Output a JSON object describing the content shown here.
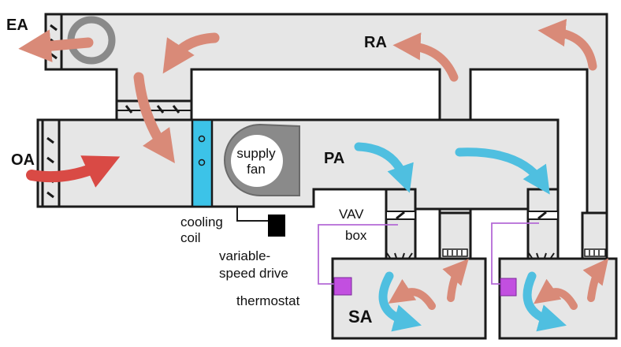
{
  "labels": {
    "ea": "EA",
    "ra": "RA",
    "oa": "OA",
    "pa": "PA",
    "sa": "SA",
    "supply_fan_line1": "supply",
    "supply_fan_line2": "fan",
    "cooling_coil_line1": "cooling",
    "cooling_coil_line2": "coil",
    "vsd_line1": "variable-",
    "vsd_line2": "speed drive",
    "vav_line1": "VAV",
    "vav_line2": "box",
    "thermostat": "thermostat"
  },
  "colors": {
    "duct_fill": "#e6e6e6",
    "duct_stroke": "#1a1a1a",
    "return_air_arrow": "#d98a78",
    "outdoor_air_arrow": "#d94a45",
    "supply_air_arrow": "#4fbfe0",
    "cooling_coil": "#3cc3e8",
    "fan_housing": "#8a8a8a",
    "thermostat": "#c24fe0",
    "control_wire": "#b46ad6",
    "vsd_box": "#000000"
  },
  "icons": [
    "exhaust-fan-icon",
    "supply-fan-icon",
    "damper-icon",
    "cooling-coil-icon",
    "thermostat-icon",
    "diffuser-icon",
    "return-grille-icon",
    "airflow-arrow-icon"
  ]
}
